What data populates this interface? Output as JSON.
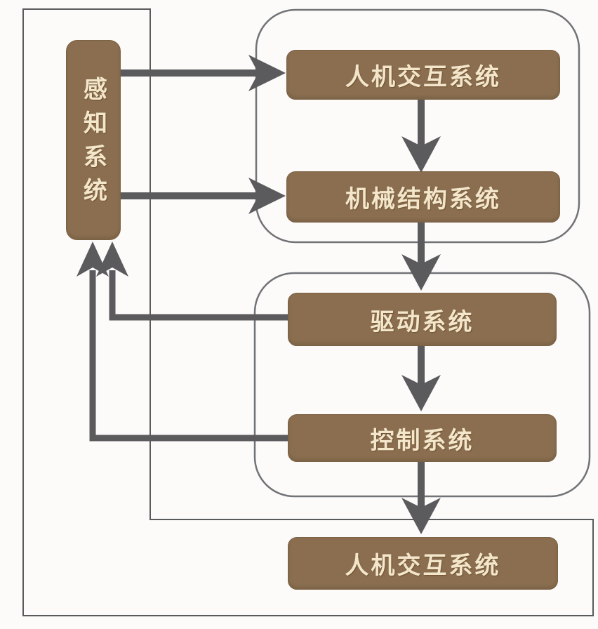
{
  "diagram": {
    "nodes": {
      "perception": {
        "label": "感知系统"
      },
      "hmi_top": {
        "label": "人机交互系统"
      },
      "mechanical": {
        "label": "机械结构系统"
      },
      "drive": {
        "label": "驱动系统"
      },
      "control": {
        "label": "控制系统"
      },
      "hmi_bottom": {
        "label": "人机交互系统"
      }
    },
    "edges": [
      {
        "from": "perception",
        "to": "hmi_top"
      },
      {
        "from": "perception",
        "to": "mechanical"
      },
      {
        "from": "hmi_top",
        "to": "mechanical"
      },
      {
        "from": "mechanical",
        "to": "drive"
      },
      {
        "from": "drive",
        "to": "control"
      },
      {
        "from": "control",
        "to": "hmi_bottom"
      },
      {
        "from": "drive",
        "to": "perception"
      },
      {
        "from": "control",
        "to": "perception"
      }
    ],
    "colors": {
      "background": "#fcfbfa",
      "node_fill": "#8a6e4f",
      "node_text": "#f3e6cb",
      "arrow": "#5b5a5c",
      "frame_line": "#595a5c",
      "container_line": "#717376"
    }
  }
}
